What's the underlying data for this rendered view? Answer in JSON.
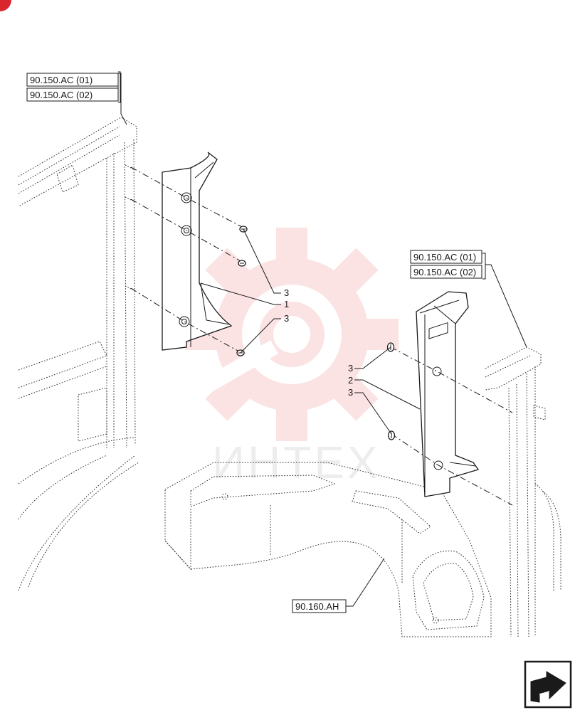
{
  "references": {
    "left_top": "90.150.AC (01)",
    "left_bottom": "90.150.AC (02)",
    "right_top": "90.150.AC (01)",
    "right_bottom": "90.150.AC (02)",
    "console": "90.160.AH"
  },
  "callouts": {
    "left_3a": "3",
    "left_1": "1",
    "left_3b": "3",
    "right_3a": "3",
    "right_2": "2",
    "right_3b": "3"
  },
  "watermark": {
    "text": "ИНТЕХ",
    "color": "#e8303a"
  },
  "colors": {
    "line": "#1a1a1a",
    "corner_badge": "#d9262e"
  },
  "icons": {
    "navigation": "arrow-icon"
  }
}
